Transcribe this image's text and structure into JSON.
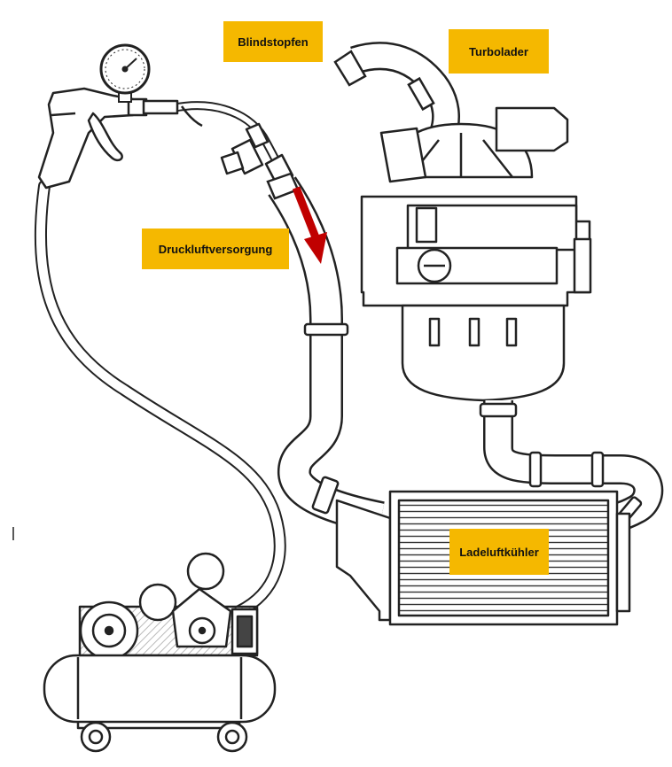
{
  "labels": {
    "blindstopfen": "Blindstopfen",
    "turbolader": "Turbolader",
    "druckluftversorgung": "Druckluftversorgung",
    "ladeluftkuehler": "Ladeluftkühler"
  },
  "colors": {
    "label_background": "#f5b800",
    "arrow": "#c00000",
    "line": "#222222",
    "hatch": "#bbbbbb"
  }
}
